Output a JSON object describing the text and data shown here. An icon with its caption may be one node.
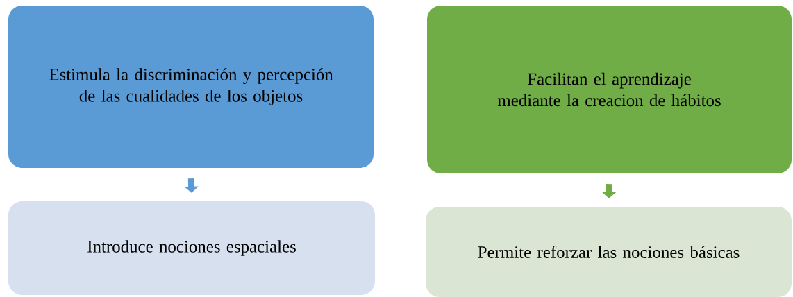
{
  "diagram": {
    "nodes": [
      {
        "text": [
          "Estimula la discriminación y percepción de las cualidades de los objetos"
        ]
      },
      {
        "text": [
          "Introduce nociones espaciales"
        ]
      },
      {
        "text": [
          "Facilitan el aprendizaje mediante la creacion de hábitos"
        ]
      },
      {
        "text": [
          "Permite reforzar las nociones básicas"
        ]
      }
    ],
    "edges": [
      {
        "from": 0,
        "to": 1,
        "arrow": "to",
        "color": "#5b9bd5"
      },
      {
        "from": 2,
        "to": 3,
        "arrow": "to",
        "color": "#70ad47"
      }
    ]
  }
}
